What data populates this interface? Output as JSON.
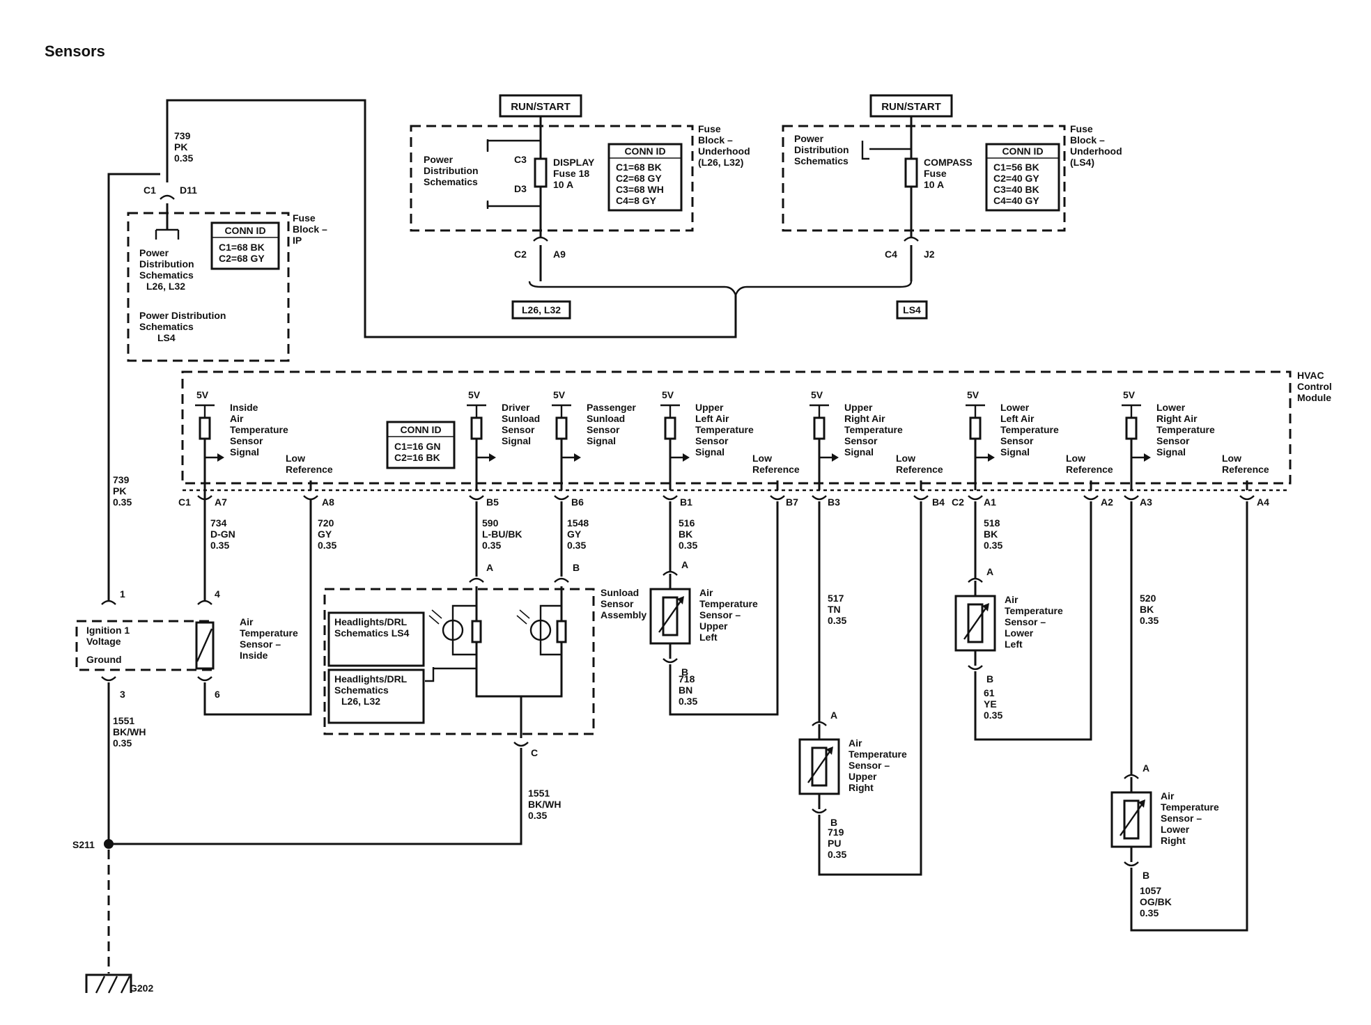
{
  "title": "Sensors",
  "run_start": [
    "RUN/START",
    "RUN/START"
  ],
  "fuse_block_underhood_1": {
    "desc": [
      "Fuse",
      "Block –",
      "Underhood",
      "(L26, L32)"
    ],
    "power_dist": [
      "Power",
      "Distribution",
      "Schematics"
    ],
    "fuse_name": [
      "DISPLAY",
      "Fuse 18",
      "10 A"
    ],
    "pins": [
      "C3",
      "D3",
      "C2",
      "A9"
    ],
    "conn_id_title": "CONN ID",
    "conn_ids": [
      "C1=68 BK",
      "C2=68 GY",
      "C3=68 WH",
      "C4=8 GY"
    ]
  },
  "fuse_block_underhood_2": {
    "desc": [
      "Fuse",
      "Block –",
      "Underhood",
      "(LS4)"
    ],
    "power_dist": [
      "Power",
      "Distribution",
      "Schematics"
    ],
    "fuse_name": [
      "COMPASS",
      "Fuse",
      "10 A"
    ],
    "pins": [
      "C4",
      "J2"
    ],
    "conn_id_title": "CONN ID",
    "conn_ids": [
      "C1=56 BK",
      "C2=40 GY",
      "C3=40 BK",
      "C4=40 GY"
    ]
  },
  "option_tags": [
    "L26, L32",
    "LS4"
  ],
  "fuse_block_ip": {
    "desc": [
      "Fuse",
      "Block –",
      "IP"
    ],
    "pins": [
      "C1",
      "D11"
    ],
    "conn_id_title": "CONN ID",
    "conn_ids": [
      "C1=68 BK",
      "C2=68 GY"
    ],
    "pd1": [
      "Power",
      "Distribution",
      "Schematics",
      "L26, L32"
    ],
    "pd2": [
      "Power Distribution",
      "Schematics",
      "LS4"
    ]
  },
  "wire_739_top": [
    "739",
    "PK",
    "0.35"
  ],
  "wire_739_left": [
    "739",
    "PK",
    "0.35"
  ],
  "hvac": {
    "desc": [
      "HVAC",
      "Control",
      "Module"
    ],
    "conn_id_title": "CONN ID",
    "conn_ids": [
      "C1=16 GN",
      "C2=16 BK"
    ],
    "v5": "5V",
    "low_ref": [
      "Low",
      "Reference"
    ],
    "signals": [
      [
        "Inside",
        "Air",
        "Temperature",
        "Sensor",
        "Signal"
      ],
      [
        "Driver",
        "Sunload",
        "Sensor",
        "Signal"
      ],
      [
        "Passenger",
        "Sunload",
        "Sensor",
        "Signal"
      ],
      [
        "Upper",
        "Left Air",
        "Temperature",
        "Sensor",
        "Signal"
      ],
      [
        "Upper",
        "Right Air",
        "Temperature",
        "Sensor",
        "Signal"
      ],
      [
        "Lower",
        "Left Air",
        "Temperature",
        "Sensor",
        "Signal"
      ],
      [
        "Lower",
        "Right Air",
        "Temperature",
        "Sensor",
        "Signal"
      ]
    ],
    "pins": [
      "C1",
      "A7",
      "A8",
      "B5",
      "B6",
      "B1",
      "B7",
      "B3",
      "B4",
      "C2",
      "A1",
      "A2",
      "A3",
      "A4"
    ]
  },
  "wires": [
    [
      "734",
      "D-GN",
      "0.35"
    ],
    [
      "720",
      "GY",
      "0.35"
    ],
    [
      "590",
      "L-BU/BK",
      "0.35"
    ],
    [
      "1548",
      "GY",
      "0.35"
    ],
    [
      "516",
      "BK",
      "0.35"
    ],
    [
      "718",
      "BN",
      "0.35"
    ],
    [
      "517",
      "TN",
      "0.35"
    ],
    [
      "719",
      "PU",
      "0.35"
    ],
    [
      "518",
      "BK",
      "0.35"
    ],
    [
      "61",
      "YE",
      "0.35"
    ],
    [
      "520",
      "BK",
      "0.35"
    ],
    [
      "1057",
      "OG/BK",
      "0.35"
    ],
    [
      "1551",
      "BK/WH",
      "0.35"
    ],
    [
      "1551",
      "BK/WH",
      "0.35"
    ]
  ],
  "module_ign": {
    "labels": [
      "Ignition 1",
      "Voltage",
      "Ground"
    ],
    "pins": [
      "1",
      "3"
    ]
  },
  "sensor_inside": {
    "labels": [
      "Air",
      "Temperature",
      "Sensor –",
      "Inside"
    ],
    "pins": [
      "4",
      "6"
    ]
  },
  "sunload": {
    "labels": [
      "Sunload",
      "Sensor",
      "Assembly"
    ],
    "pins": [
      "A",
      "B",
      "C"
    ],
    "hl_ls4": [
      "Headlights/DRL",
      "Schematics LS4"
    ],
    "hl_l26": [
      "Headlights/DRL",
      "Schematics",
      "L26, L32"
    ]
  },
  "sensors": [
    [
      "Air",
      "Temperature",
      "Sensor –",
      "Upper",
      "Left"
    ],
    [
      "Air",
      "Temperature",
      "Sensor –",
      "Upper",
      "Right"
    ],
    [
      "Air",
      "Temperature",
      "Sensor –",
      "Lower",
      "Left"
    ],
    [
      "Air",
      "Temperature",
      "Sensor –",
      "Lower",
      "Right"
    ]
  ],
  "pin_ab": [
    "A",
    "B"
  ],
  "splice": "S211",
  "ground": "G202"
}
